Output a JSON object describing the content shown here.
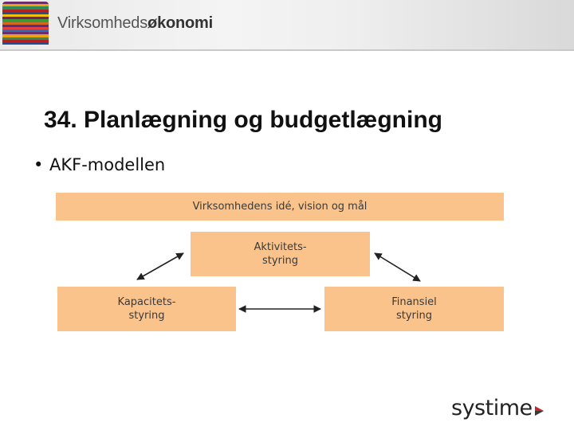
{
  "header": {
    "brand_prefix": "Virksomheds",
    "brand_suffix": "økonomi",
    "stripe_colors": [
      "#6b2d6b",
      "#e8a317",
      "#2e8b57",
      "#b22222",
      "#1f4e9a",
      "#f2c200",
      "#7a1f5c",
      "#3a9a3a",
      "#d2691e",
      "#5b2c83",
      "#e04040",
      "#2f6fb0",
      "#6b2d6b",
      "#e8a317",
      "#2e8b57",
      "#b22222",
      "#1f4e9a"
    ]
  },
  "slide": {
    "title": "34. Planlægning og budgetlægning",
    "bullet": "AKF-modellen"
  },
  "diagram": {
    "top_label": "Virksomhedens idé, vision og mål",
    "activity_label": "Aktivitets-\nstyring",
    "capacity_label": "Kapacitets-\nstyring",
    "finance_label": "Finansiel\nstyring",
    "box_color": "#f9c38b"
  },
  "footer": {
    "logo_text": "systime",
    "logo_arrow_colors": [
      "#c8262e",
      "#3a3a3a"
    ]
  }
}
